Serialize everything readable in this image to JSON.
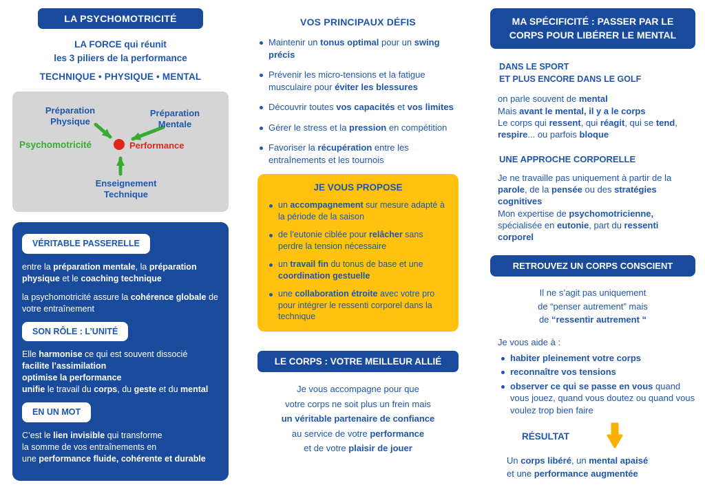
{
  "colors": {
    "blue": "#1a4a9c",
    "text-blue": "#1f56ad",
    "yellow": "#ffc20e",
    "orange": "#f9b000",
    "green": "#3aaa35",
    "red": "#e1251b",
    "gray": "#d5d5d5"
  },
  "left": {
    "title": "LA PSYCHOMOTRICITÉ",
    "intro_html": "<b>LA FORCE</b> qui réunit<br><b>les 3 piliers de la performance</b>",
    "pillars": "TECHNIQUE • PHYSIQUE • MENTAL",
    "diagram": {
      "prep_physique_html": "Préparation<br>Physique",
      "prep_mentale_html": "Préparation<br>Mentale",
      "psychomotricite": "Psychomotricité",
      "performance": "Performance",
      "enseignement_html": "Enseignement<br>Technique"
    },
    "panel": {
      "pill1": "VÉRITABLE PASSERELLE",
      "para1_html": "entre la <b>préparation mentale</b>, la <b>préparation physique</b> et le <b>coaching technique</b>",
      "para2_html": "la psychomotricité assure la <b>cohérence globale</b> de votre entraînement",
      "pill2": "SON RÔLE : L’UNITÉ",
      "para3_html": "Elle <b>harmonise</b> ce qui est souvent dissocié<br><b>facilite l’assimilation</b><br><b>optimise la performance</b><br><b>unifie</b> le travail du <b>corps</b>, du <b>geste</b> et du <b>mental</b>",
      "pill3": "EN UN MOT",
      "para4_html": "C’est le <b>lien invisible</b> qui transforme<br>la somme de vos entraînements en<br>une <b>performance fluide, cohérente et durable</b>"
    }
  },
  "middle": {
    "title": "VOS PRINCIPAUX DÉFIS",
    "challenges": [
      "Maintenir un <b>tonus optimal</b> pour un <b>swing précis</b>",
      "Prévenir les micro-tensions et la fatigue musculaire pour <b>éviter les blessures</b>",
      "Découvrir toutes <b>vos capacités</b> et <b>vos limites</b>",
      "Gérer le stress et la <b>pression</b> en compétition",
      "Favoriser la <b>récupération</b> entre les entraînements et les tournois"
    ],
    "propose": {
      "title": "JE VOUS PROPOSE",
      "items": [
        "un <b>accompagnement</b> sur mesure adapté à la période de la saison",
        "de l’eutonie ciblée pour <b>relâcher</b> sans perdre la tension nécessaire",
        "un <b>travail fin</b> du tonus de base et une <b>coordination gestuelle</b>",
        "une <b>collaboration étroite</b> avec votre pro pour intégrer le ressenti corporel dans la technique"
      ]
    },
    "allie": {
      "title": "LE CORPS :  VOTRE MEILLEUR ALLIÉ",
      "text_html": "Je vous accompagne pour que<br>votre corps ne soit plus un frein mais<br><b>un véritable partenaire de confiance</b><br>au service de votre <b>performance</b><br>et de votre <b>plaisir de jouer</b>"
    }
  },
  "right": {
    "header_html": "MA SPÉCIFICITÉ : PASSER PAR LE<br>CORPS POUR LIBÉRER LE MENTAL",
    "sport_html": "DANS LE SPORT<br>ET PLUS ENCORE DANS LE GOLF",
    "para1_html": "on parle souvent de <b>mental</b><br>Mais <b>avant le mental, il y a le corps</b><br>Le corps qui <b>ressent</b>, qui <b>réagit</b>, qui se <b>tend</b>, <b>respire</b>... ou parfois <b>bloque</b>",
    "approche_title": "UNE APPROCHE CORPORELLE",
    "para2_html": "Je ne travaille pas uniquement à partir de la <b>parole</b>, de la <b>pensée</b> ou des <b>stratégies cognitives</b><br>Mon expertise de <b>psychomotricienne,</b> spécialisée en <b>eutonie</b>, part du <b>ressenti corporel</b>",
    "button": "RETROUVEZ UN CORPS CONSCIENT",
    "conscient_html": "Il ne s’agit pas uniquement<br>de “penser autrement” mais<br>de <b>“ressentir autrement “</b>",
    "aide_label": "Je vous aide à :",
    "aide_items": [
      "<b>habiter pleinement votre corps</b>",
      "<b>reconnaître vos tensions</b>",
      "<b>observer ce qui se passe en vous</b> quand vous jouez, quand vous doutez ou quand vous voulez trop bien faire"
    ],
    "resultat": "RÉSULTAT",
    "final_html": "Un <b>corps libéré</b>, un <b>mental apaisé</b><br>et une <b>performance augmentée</b>"
  }
}
